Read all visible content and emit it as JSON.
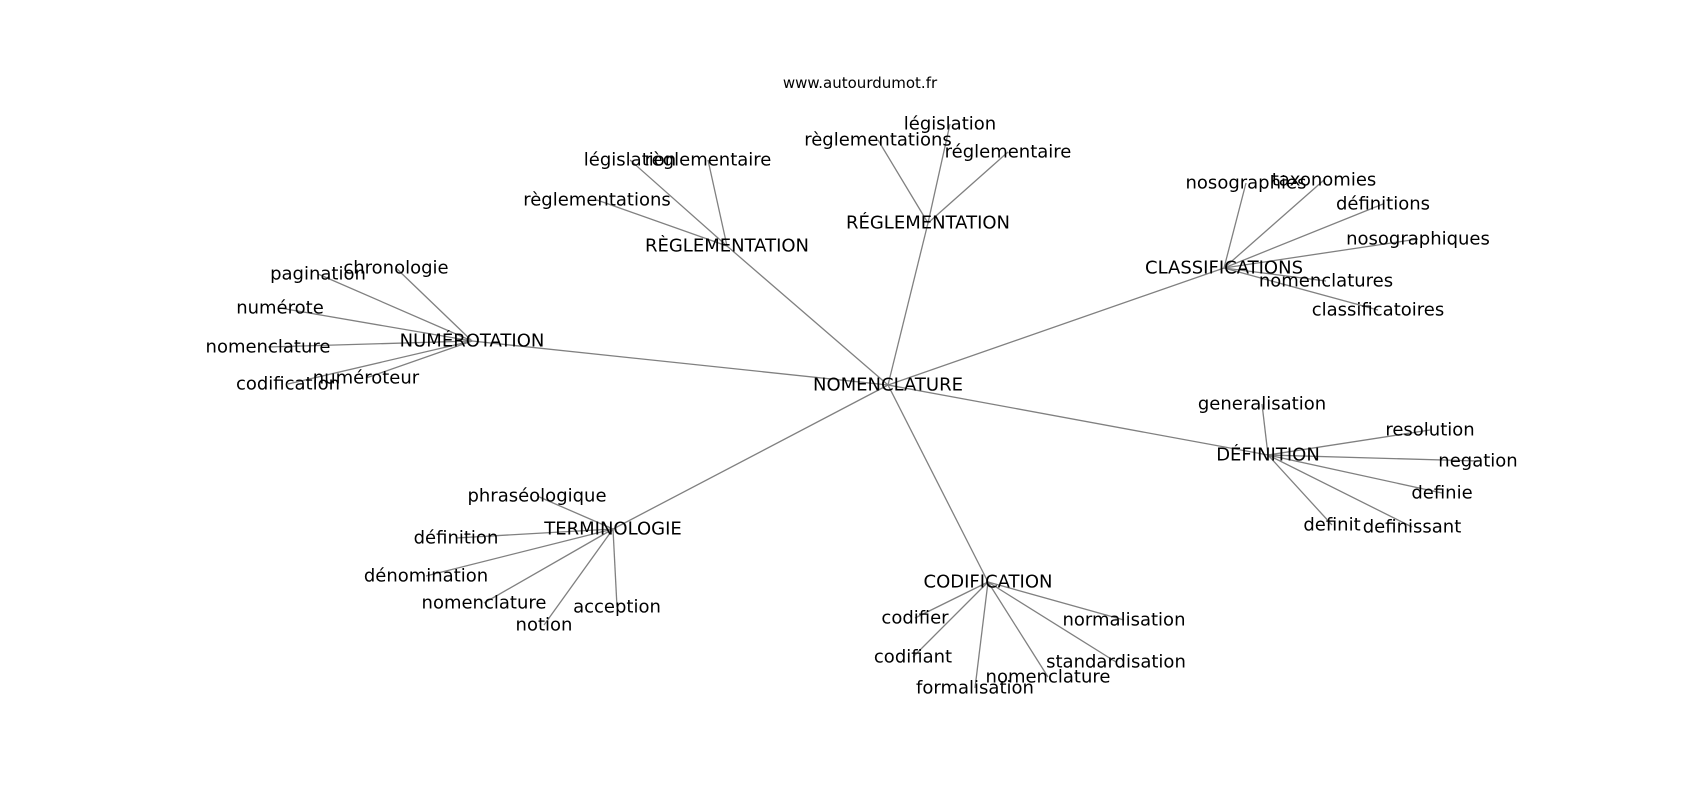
{
  "site": "www.autourdumot.fr",
  "graph": {
    "root": "NOMENCLATURE",
    "groups": [
      {
        "hub": "RÈGLEMENTATION",
        "leaves": [
          "législation",
          "règlementaire",
          "règlementations"
        ]
      },
      {
        "hub": "RÉGLEMENTATION",
        "leaves": [
          "règlementations",
          "législation",
          "réglementaire"
        ]
      },
      {
        "hub": "CLASSIFICATIONS",
        "leaves": [
          "nosographies",
          "taxonomies",
          "définitions",
          "nosographiques",
          "nomenclatures",
          "classificatoires"
        ]
      },
      {
        "hub": "NUMÉROTATION",
        "leaves": [
          "pagination",
          "chronologie",
          "numérote",
          "nomenclature",
          "codification",
          "numéroteur"
        ]
      },
      {
        "hub": "DÉFINITION",
        "leaves": [
          "generalisation",
          "resolution",
          "negation",
          "definie",
          "definit",
          "definissant"
        ]
      },
      {
        "hub": "TERMINOLOGIE",
        "leaves": [
          "phraséologique",
          "définition",
          "dénomination",
          "nomenclature",
          "acception",
          "notion"
        ]
      },
      {
        "hub": "CODIFICATION",
        "leaves": [
          "codifier",
          "normalisation",
          "codifiant",
          "standardisation",
          "nomenclature",
          "formalisation"
        ]
      }
    ]
  }
}
